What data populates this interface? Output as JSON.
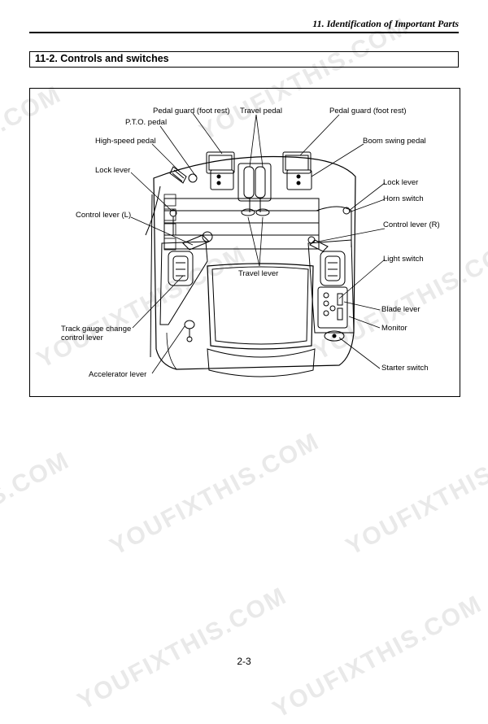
{
  "header": {
    "chapter_title": "11. Identification of Important Parts"
  },
  "section": {
    "title": "11-2. Controls and switches"
  },
  "figure": {
    "labels": {
      "pedal_guard_left": "Pedal guard (foot rest)",
      "travel_pedal": "Travel pedal",
      "pedal_guard_right": "Pedal guard (foot rest)",
      "pto_pedal": "P.T.O. pedal",
      "high_speed_pedal": "High-speed pedal",
      "boom_swing_pedal": "Boom swing pedal",
      "lock_lever_left": "Lock lever",
      "lock_lever_right": "Lock lever",
      "horn_switch": "Horn switch",
      "control_lever_l": "Control lever (L)",
      "control_lever_r": "Control lever (R)",
      "travel_lever": "Travel lever",
      "light_switch": "Light switch",
      "blade_lever": "Blade lever",
      "track_gauge_line1": "Track gauge change",
      "track_gauge_line2": "control lever",
      "monitor": "Monitor",
      "accelerator_lever": "Accelerator lever",
      "starter_switch": "Starter switch"
    }
  },
  "watermark": {
    "text_full": "YOUFIXTHIS.COM",
    "text_brand": "YOUFIXTHIS",
    "text_domain": "S.COM"
  },
  "footer": {
    "page_number": "2-3"
  }
}
